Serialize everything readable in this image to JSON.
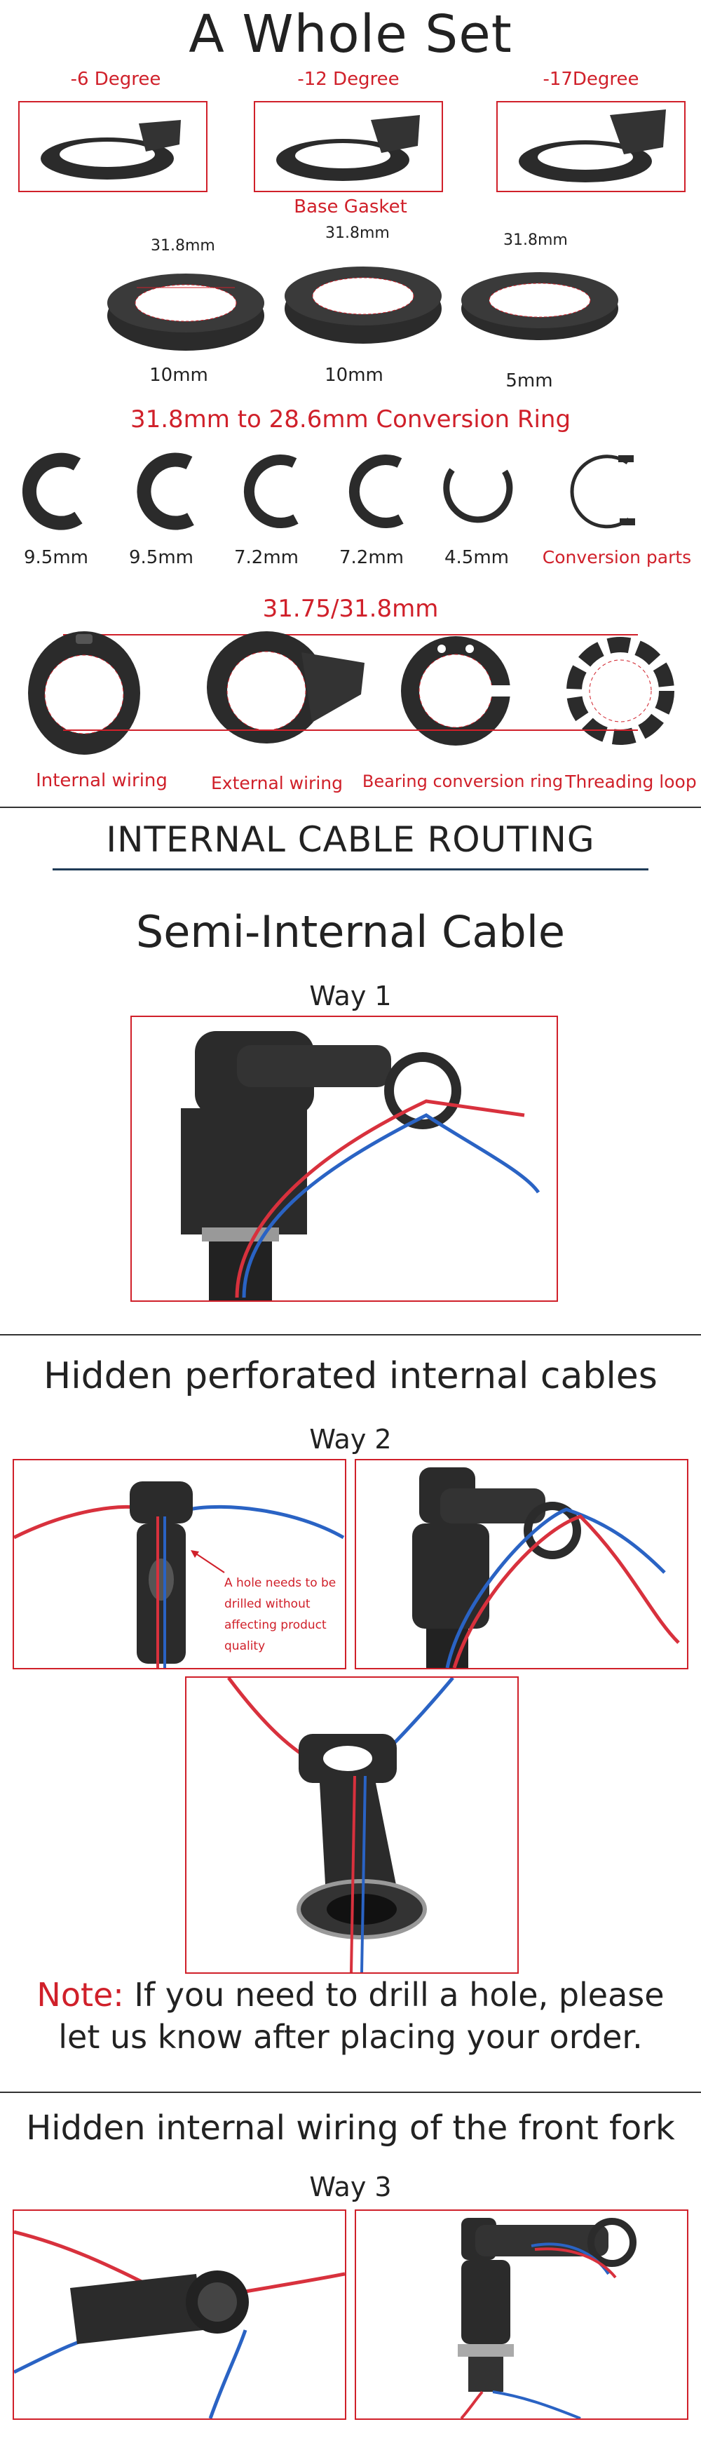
{
  "set": {
    "title": "A Whole Set",
    "degrees": [
      "-6 Degree",
      "-12 Degree",
      "-17Degree"
    ],
    "base_gasket": "Base Gasket",
    "gaskets": [
      {
        "dim": "31.8mm",
        "size": "10mm"
      },
      {
        "dim": "31.8mm",
        "size": "10mm"
      },
      {
        "dim": "31.8mm",
        "size": "5mm"
      }
    ],
    "conversion_title": "31.8mm to 28.6mm Conversion Ring",
    "rings": [
      "9.5mm",
      "9.5mm",
      "7.2mm",
      "7.2mm",
      "4.5mm",
      "Conversion parts"
    ],
    "bearing_title": "31.75/31.8mm",
    "bearing_labels": [
      "Internal wiring",
      "External wiring",
      "Bearing conversion ring",
      "Threading loop"
    ]
  },
  "routing": {
    "header": "INTERNAL CABLE ROUTING",
    "semi_title": "Semi-Internal Cable",
    "way1": "Way 1",
    "hidden_title": "Hidden perforated internal cables",
    "way2": "Way 2",
    "hole_note": [
      "A hole needs to be",
      "drilled without",
      "affecting product",
      "quality"
    ],
    "note_label": "Note:",
    "note_line1": " If you need to drill a hole, please",
    "note_line2": "let us know after placing your order.",
    "fork_title": "Hidden internal wiring of the front fork",
    "way3": "Way 3"
  },
  "colors": {
    "accent_red": "#d0202a",
    "cable_red": "#d8313d",
    "cable_blue": "#2a63c4",
    "part_black": "#2b2b2b"
  }
}
